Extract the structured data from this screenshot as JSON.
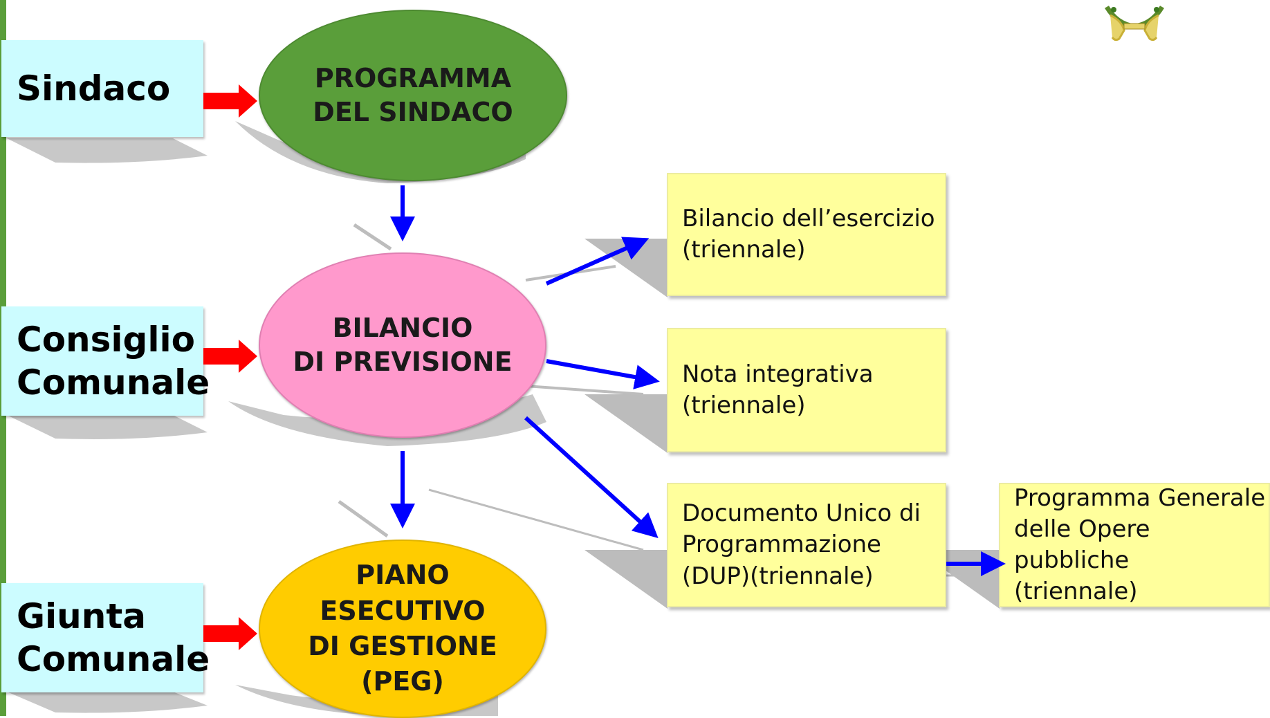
{
  "actors": {
    "sindaco": "Sindaco",
    "consiglio": "Consiglio\nComunale",
    "giunta": "Giunta\nComunale"
  },
  "documents_main": {
    "programma": "PROGRAMMA\nDEL SINDACO",
    "bilancio": "BILANCIO\nDI PREVISIONE",
    "peg": "PIANO\nESECUTIVO\nDI GESTIONE\n(PEG)"
  },
  "documents_attached": {
    "bilancio_esercizio": "Bilancio dell’esercizio\n(triennale)",
    "nota_integrativa": "Nota integrativa\n(triennale)",
    "dup": "Documento Unico di\nProgrammazione\n(DUP)(triennale)",
    "opere_pubbliche": "Programma Generale\ndelle Opere pubbliche\n(triennale)"
  },
  "colors": {
    "actor_box": "#ccfcff",
    "programma": "#5a9e3a",
    "bilancio": "#ff99cc",
    "peg": "#ffcc00",
    "doc_box": "#ffff9c",
    "flow_arrow": "#0000ff",
    "actor_arrow": "#ff0000"
  },
  "icons": {
    "logo": "municipal-coat-of-arms-icon"
  }
}
